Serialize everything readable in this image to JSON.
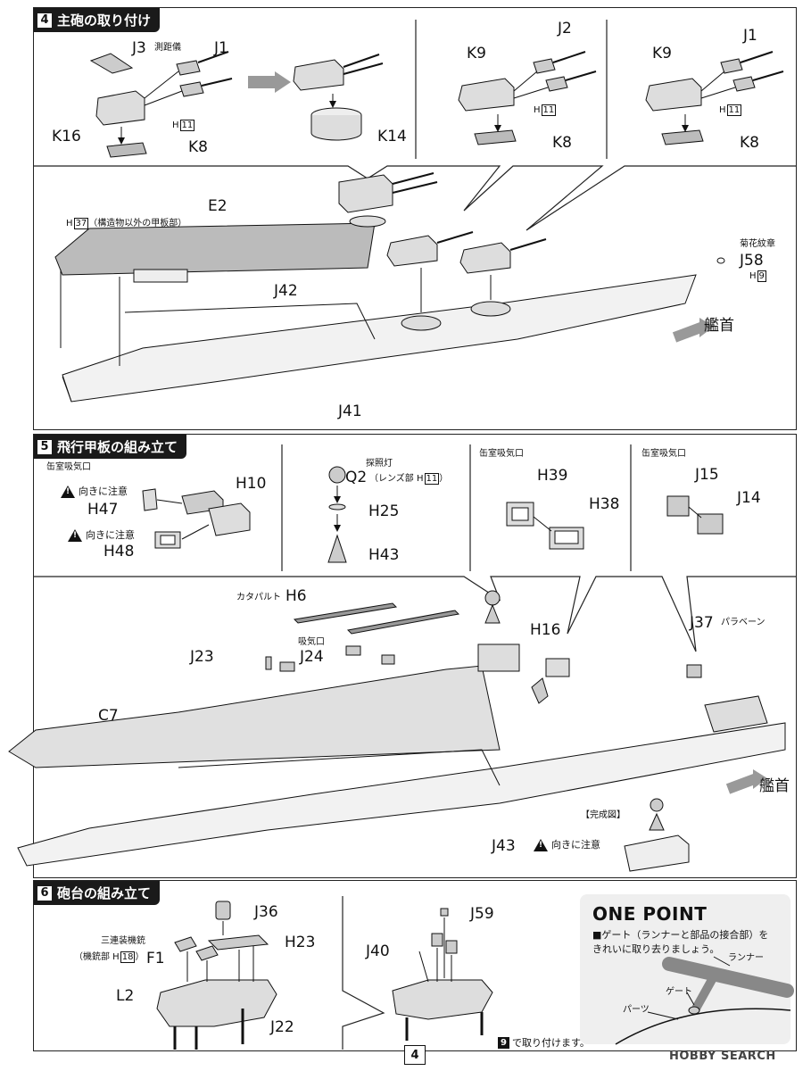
{
  "sec4": {
    "num": "4",
    "title": "主砲の取り付け",
    "p1": {
      "j3": "J3",
      "j3note": "測距儀",
      "j1": "J1",
      "k16": "K16",
      "h11": "H",
      "h11n": "11",
      "k8": "K8",
      "k14": "K14"
    },
    "p2": {
      "k9": "K9",
      "j2": "J2",
      "h11": "H",
      "h11n": "11",
      "k8": "K8"
    },
    "p3": {
      "k9": "K9",
      "j1": "J1",
      "h11": "H",
      "h11n": "11",
      "k8": "K8"
    },
    "main": {
      "e2": "E2",
      "h37": "H",
      "h37n": "37",
      "h37note": "（構造物以外の甲板部）",
      "j42": "J42",
      "j41": "J41",
      "j58note": "菊花紋章",
      "j58": "J58",
      "h9": "H",
      "h9n": "9",
      "bow": "艦首"
    }
  },
  "sec5": {
    "num": "5",
    "title": "飛行甲板の組み立て",
    "p1": {
      "note": "缶室吸気口",
      "w1": "向きに注意",
      "h47": "H47",
      "h10": "H10",
      "w2": "向きに注意",
      "h48": "H48"
    },
    "p2": {
      "note": "探照灯",
      "q2": "Q2",
      "q2note": "（レンズ部 H",
      "q2n": "11",
      "q2end": "）",
      "h25": "H25",
      "h43": "H43"
    },
    "p3": {
      "note": "缶室吸気口",
      "h39": "H39",
      "h38": "H38"
    },
    "p4": {
      "note": "缶室吸気口",
      "j15": "J15",
      "j14": "J14"
    },
    "main": {
      "catnote": "カタパルト",
      "h6": "H6",
      "intake": "吸気口",
      "j24": "J24",
      "j23": "J23",
      "h16": "H16",
      "j37": "J37",
      "j37note": "パラベーン",
      "c7": "C7",
      "bow": "艦首",
      "done": "【完成図】",
      "j43": "J43",
      "w3": "向きに注意"
    }
  },
  "sec6": {
    "num": "6",
    "title": "砲台の組み立て",
    "j36": "J36",
    "h23": "H23",
    "f1note": "三連装機銃",
    "f1note2": "（機銃部 H",
    "f1n": "18",
    "f1end": "）",
    "f1": "F1",
    "l2": "L2",
    "j22": "J22",
    "j59": "J59",
    "j40": "J40",
    "note9num": "9",
    "note9": "で取り付けます。"
  },
  "onepoint": {
    "title": "ONE POINT",
    "text": "■ゲート（ランナーと部品の接合部）を\nきれいに取り去りましょう。",
    "runner": "ランナー",
    "gate": "ゲート",
    "part": "パーツ"
  },
  "page_number": "4",
  "watermark": "HOBBY SEARCH"
}
